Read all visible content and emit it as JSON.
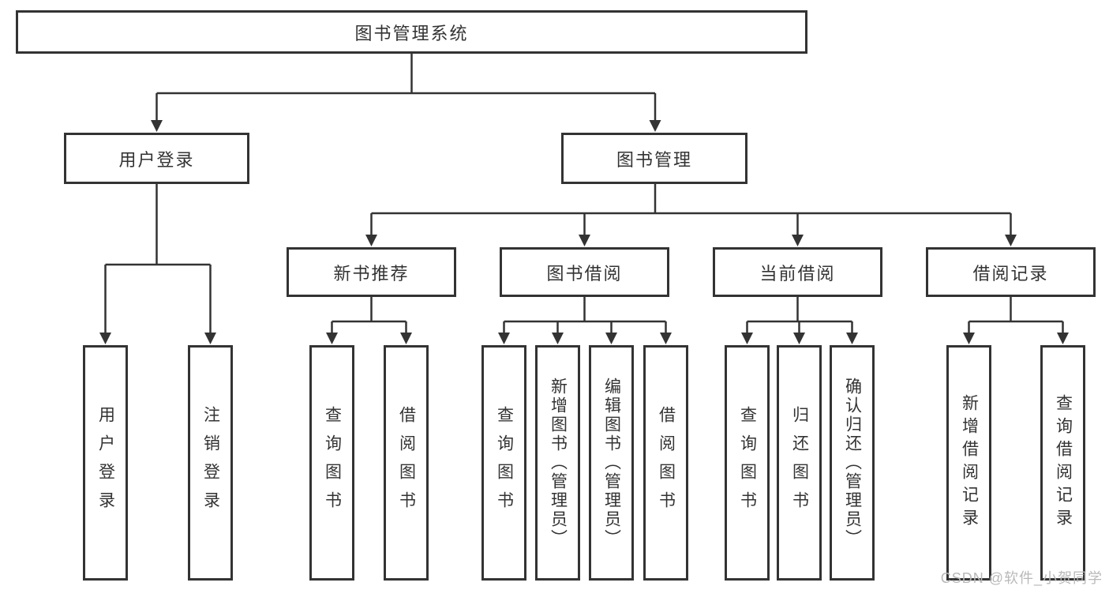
{
  "diagram": {
    "root": {
      "label": "图书管理系统"
    },
    "branches": {
      "user_login": {
        "label": "用户登录",
        "children": {
          "login": "用户登录",
          "logout": "注销登录"
        }
      },
      "book_mgmt": {
        "label": "图书管理"
      }
    },
    "modules": {
      "new_book_rec": {
        "label": "新书推荐",
        "children": {
          "query": "查询图书",
          "borrow": "借阅图书"
        }
      },
      "book_borrow": {
        "label": "图书借阅",
        "children": {
          "query": "查询图书",
          "add": "新增图书（管理员）",
          "edit": "编辑图书（管理员）",
          "borrow": "借阅图书"
        }
      },
      "current_borrow": {
        "label": "当前借阅",
        "children": {
          "query": "查询图书",
          "return": "归还图书",
          "confirm": "确认归还（管理员）"
        }
      },
      "borrow_records": {
        "label": "借阅记录",
        "children": {
          "add": "新增借阅记录",
          "query": "查询借阅记录"
        }
      }
    },
    "watermark": "CSDN @软件_小贺同学",
    "colors": {
      "line": "#333333",
      "text": "#333333",
      "watermark": "#b9b9b9",
      "background": "#ffffff"
    }
  }
}
